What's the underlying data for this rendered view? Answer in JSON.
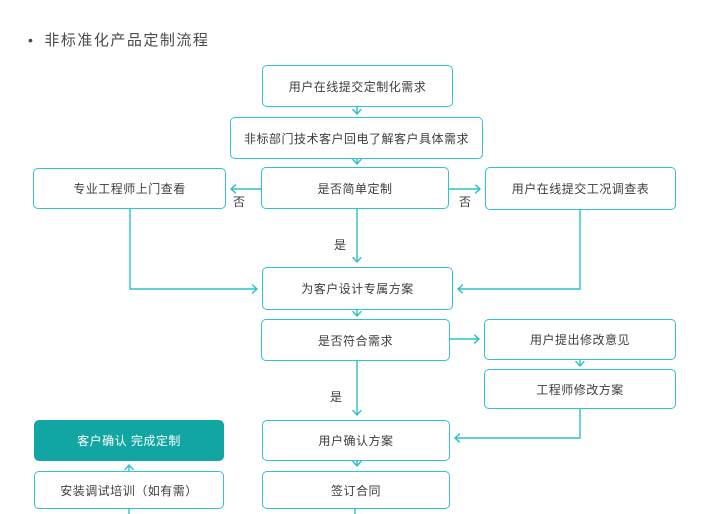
{
  "title": {
    "bullet": "•",
    "text": "非标准化产品定制流程"
  },
  "colors": {
    "line": "#2bbfc9",
    "border": "#33c3ce",
    "highlight": "#12a6a2",
    "text": "#3d3d3d",
    "highlight_text": "#ffffff"
  },
  "nodes": {
    "submit_demand": {
      "label": "用户在线提交定制化需求"
    },
    "callback": {
      "label": "非标部门技术客户回电了解客户具体需求"
    },
    "engineer_visit": {
      "label": "专业工程师上门查看"
    },
    "simple_custom": {
      "label": "是否简单定制"
    },
    "survey_form": {
      "label": "用户在线提交工况调查表"
    },
    "design_plan": {
      "label": "为客户设计专属方案"
    },
    "meet_demand": {
      "label": "是否符合需求"
    },
    "feedback": {
      "label": "用户提出修改意见"
    },
    "revise_plan": {
      "label": "工程师修改方案"
    },
    "confirm_done": {
      "label": "客户确认 完成定制"
    },
    "confirm_plan": {
      "label": "用户确认方案"
    },
    "install_training": {
      "label": "安装调试培训（如有需）"
    },
    "sign_contract": {
      "label": "签订合同"
    }
  },
  "edge_labels": {
    "no_left": "否",
    "no_right": "否",
    "yes_top": "是",
    "yes_bottom": "是"
  }
}
